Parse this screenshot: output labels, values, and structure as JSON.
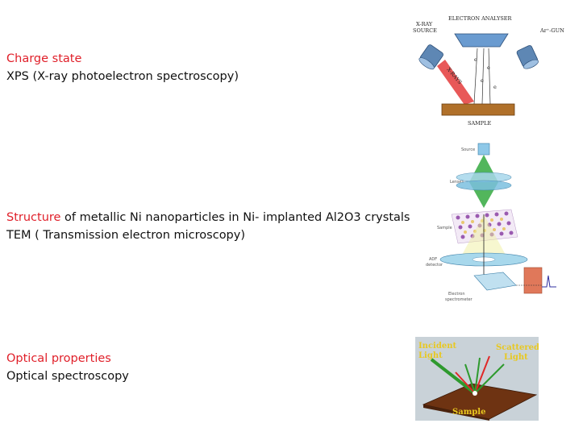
{
  "sections": [
    {
      "title": "Charge state",
      "rest": "",
      "subtitle": "XPS (X-ray photoelectron spectroscopy)"
    },
    {
      "title": "Structure",
      "rest": " of metallic Ni nanoparticles in Ni- implanted Al2O3 crystals",
      "subtitle": "TEM ( Transmission electron microscopy)"
    },
    {
      "title": "Optical properties",
      "rest": "",
      "subtitle": "Optical spectroscopy"
    }
  ],
  "xps_figure": {
    "electron_analyser": "ELECTRON ANALYSER",
    "xray_source_line1": "X-RAY",
    "xray_source_line2": "SOURCE",
    "ar_gun": "Ar⁺-GUN",
    "xrays": "X-RAYS",
    "electron": "e",
    "sample": "SAMPLE"
  },
  "tem_figure": {
    "source": "Source",
    "lenses": "Lenses",
    "sample": "Sample",
    "adf_detector_line1": "ADF",
    "adf_detector_line2": "detector",
    "spectrometer_line1": "Electron",
    "spectrometer_line2": "spectrometer"
  },
  "optical_figure": {
    "incident_line1": "Incident",
    "incident_line2": "Light",
    "scattered_line1": "Scattered",
    "scattered_line2": "Light",
    "sample": "Sample"
  },
  "colors": {
    "heading_red": "#e0202a",
    "text": "#111111",
    "optical_label_yellow": "#e8c820",
    "optical_background": "#c9d2d8"
  }
}
